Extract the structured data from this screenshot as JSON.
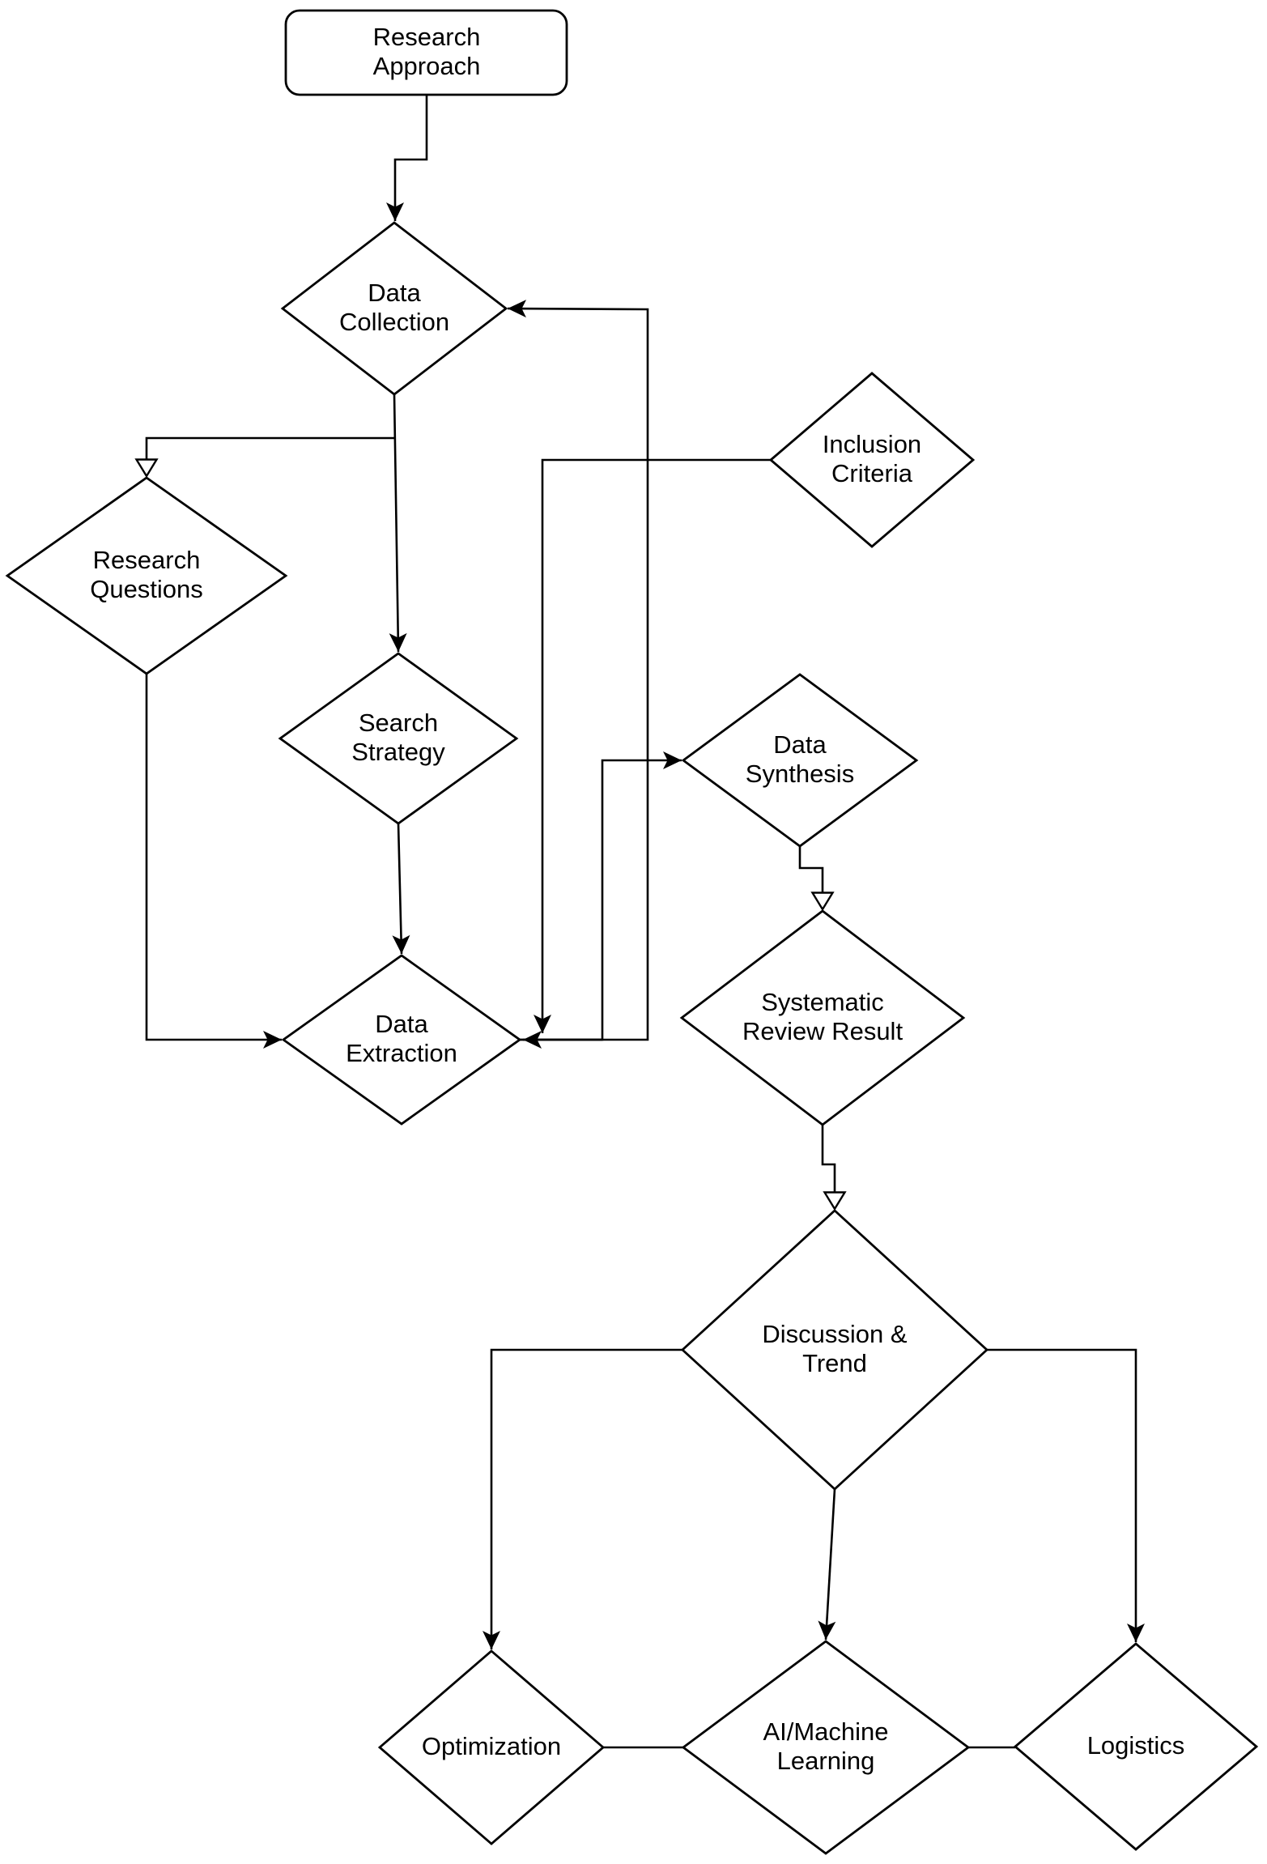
{
  "diagram": {
    "type": "flowchart",
    "colors": {
      "background": "#ffffff",
      "stroke": "#000000",
      "text": "#000000",
      "shape_fill": "#ffffff"
    },
    "nodes": {
      "research_approach": {
        "label": "Research\nApproach",
        "shape": "rounded-rectangle"
      },
      "data_collection": {
        "label": "Data\nCollection",
        "shape": "diamond"
      },
      "inclusion_criteria": {
        "label": "Inclusion\nCriteria",
        "shape": "diamond"
      },
      "research_questions": {
        "label": "Research\nQuestions",
        "shape": "diamond"
      },
      "search_strategy": {
        "label": "Search\nStrategy",
        "shape": "diamond"
      },
      "data_synthesis": {
        "label": "Data\nSynthesis",
        "shape": "diamond"
      },
      "data_extraction": {
        "label": "Data\nExtraction",
        "shape": "diamond"
      },
      "systematic_review_result": {
        "label": "Systematic\nReview Result",
        "shape": "diamond"
      },
      "discussion_trend": {
        "label": "Discussion &\nTrend",
        "shape": "diamond"
      },
      "optimization": {
        "label": "Optimization",
        "shape": "diamond"
      },
      "ai_machine_learning": {
        "label": "AI/Machine\nLearning",
        "shape": "diamond"
      },
      "logistics": {
        "label": "Logistics",
        "shape": "diamond"
      }
    },
    "edges": [
      {
        "from": "research_approach",
        "to": "data_collection",
        "arrowhead": "filled"
      },
      {
        "from": "data_collection",
        "to": "search_strategy",
        "arrowhead": "filled"
      },
      {
        "from": "data_collection",
        "to": "research_questions",
        "arrowhead": "hollow"
      },
      {
        "from": "search_strategy",
        "to": "data_extraction",
        "arrowhead": "filled"
      },
      {
        "from": "research_questions",
        "to": "data_extraction",
        "arrowhead": "filled"
      },
      {
        "from": "inclusion_criteria",
        "to": "data_extraction",
        "arrowhead": "filled"
      },
      {
        "from": "data_extraction",
        "to": "data_synthesis",
        "arrowhead": "filled"
      },
      {
        "from": "data_extraction",
        "to": "data_collection",
        "arrowhead": "filled-both-ends"
      },
      {
        "from": "data_synthesis",
        "to": "systematic_review_result",
        "arrowhead": "hollow"
      },
      {
        "from": "systematic_review_result",
        "to": "discussion_trend",
        "arrowhead": "hollow"
      },
      {
        "from": "discussion_trend",
        "to": "optimization",
        "arrowhead": "filled"
      },
      {
        "from": "discussion_trend",
        "to": "ai_machine_learning",
        "arrowhead": "filled"
      },
      {
        "from": "discussion_trend",
        "to": "logistics",
        "arrowhead": "filled"
      },
      {
        "from": "optimization",
        "to": "ai_machine_learning",
        "arrowhead": "none"
      },
      {
        "from": "ai_machine_learning",
        "to": "logistics",
        "arrowhead": "none"
      }
    ]
  }
}
